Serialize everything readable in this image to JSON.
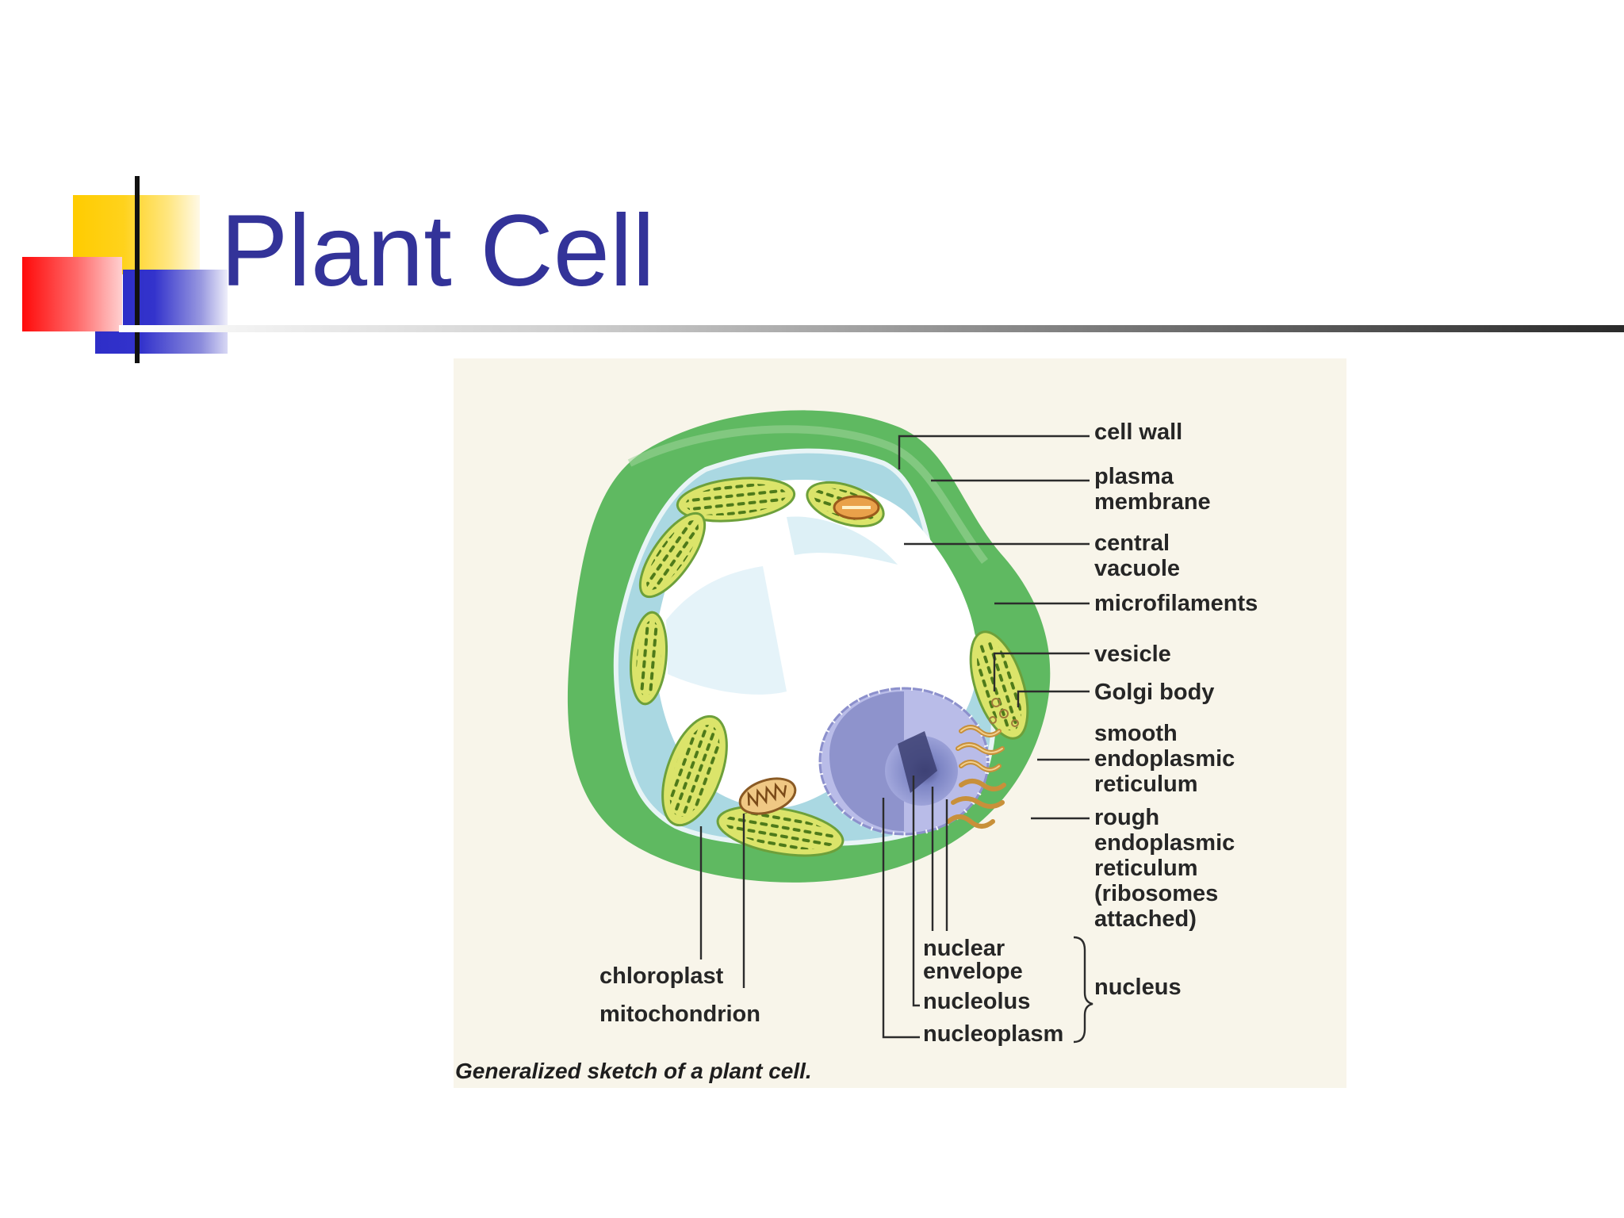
{
  "slide": {
    "title": "Plant Cell",
    "accent_colors": {
      "title": "#333399",
      "yellow": "#FFCC00",
      "red": "#FF0000",
      "blue": "#3333CC"
    }
  },
  "diagram": {
    "labels": {
      "cell_wall": "cell wall",
      "plasma_membrane": [
        "plasma",
        "membrane"
      ],
      "central_vacuole": [
        "central",
        "vacuole"
      ],
      "microfilaments": "microfilaments",
      "vesicle": "vesicle",
      "golgi_body": "Golgi body",
      "smooth_er": [
        "smooth",
        "endoplasmic",
        "reticulum"
      ],
      "rough_er": [
        "rough",
        "endoplasmic",
        "reticulum",
        "(ribosomes",
        "attached)"
      ],
      "nuclear_envelope": [
        "nuclear",
        "envelope"
      ],
      "nucleolus": "nucleolus",
      "nucleoplasm": "nucleoplasm",
      "nucleus": "nucleus",
      "chloroplast": "chloroplast",
      "mitochondrion": "mitochondrion"
    },
    "caption": "Generalized sketch of a plant cell."
  }
}
